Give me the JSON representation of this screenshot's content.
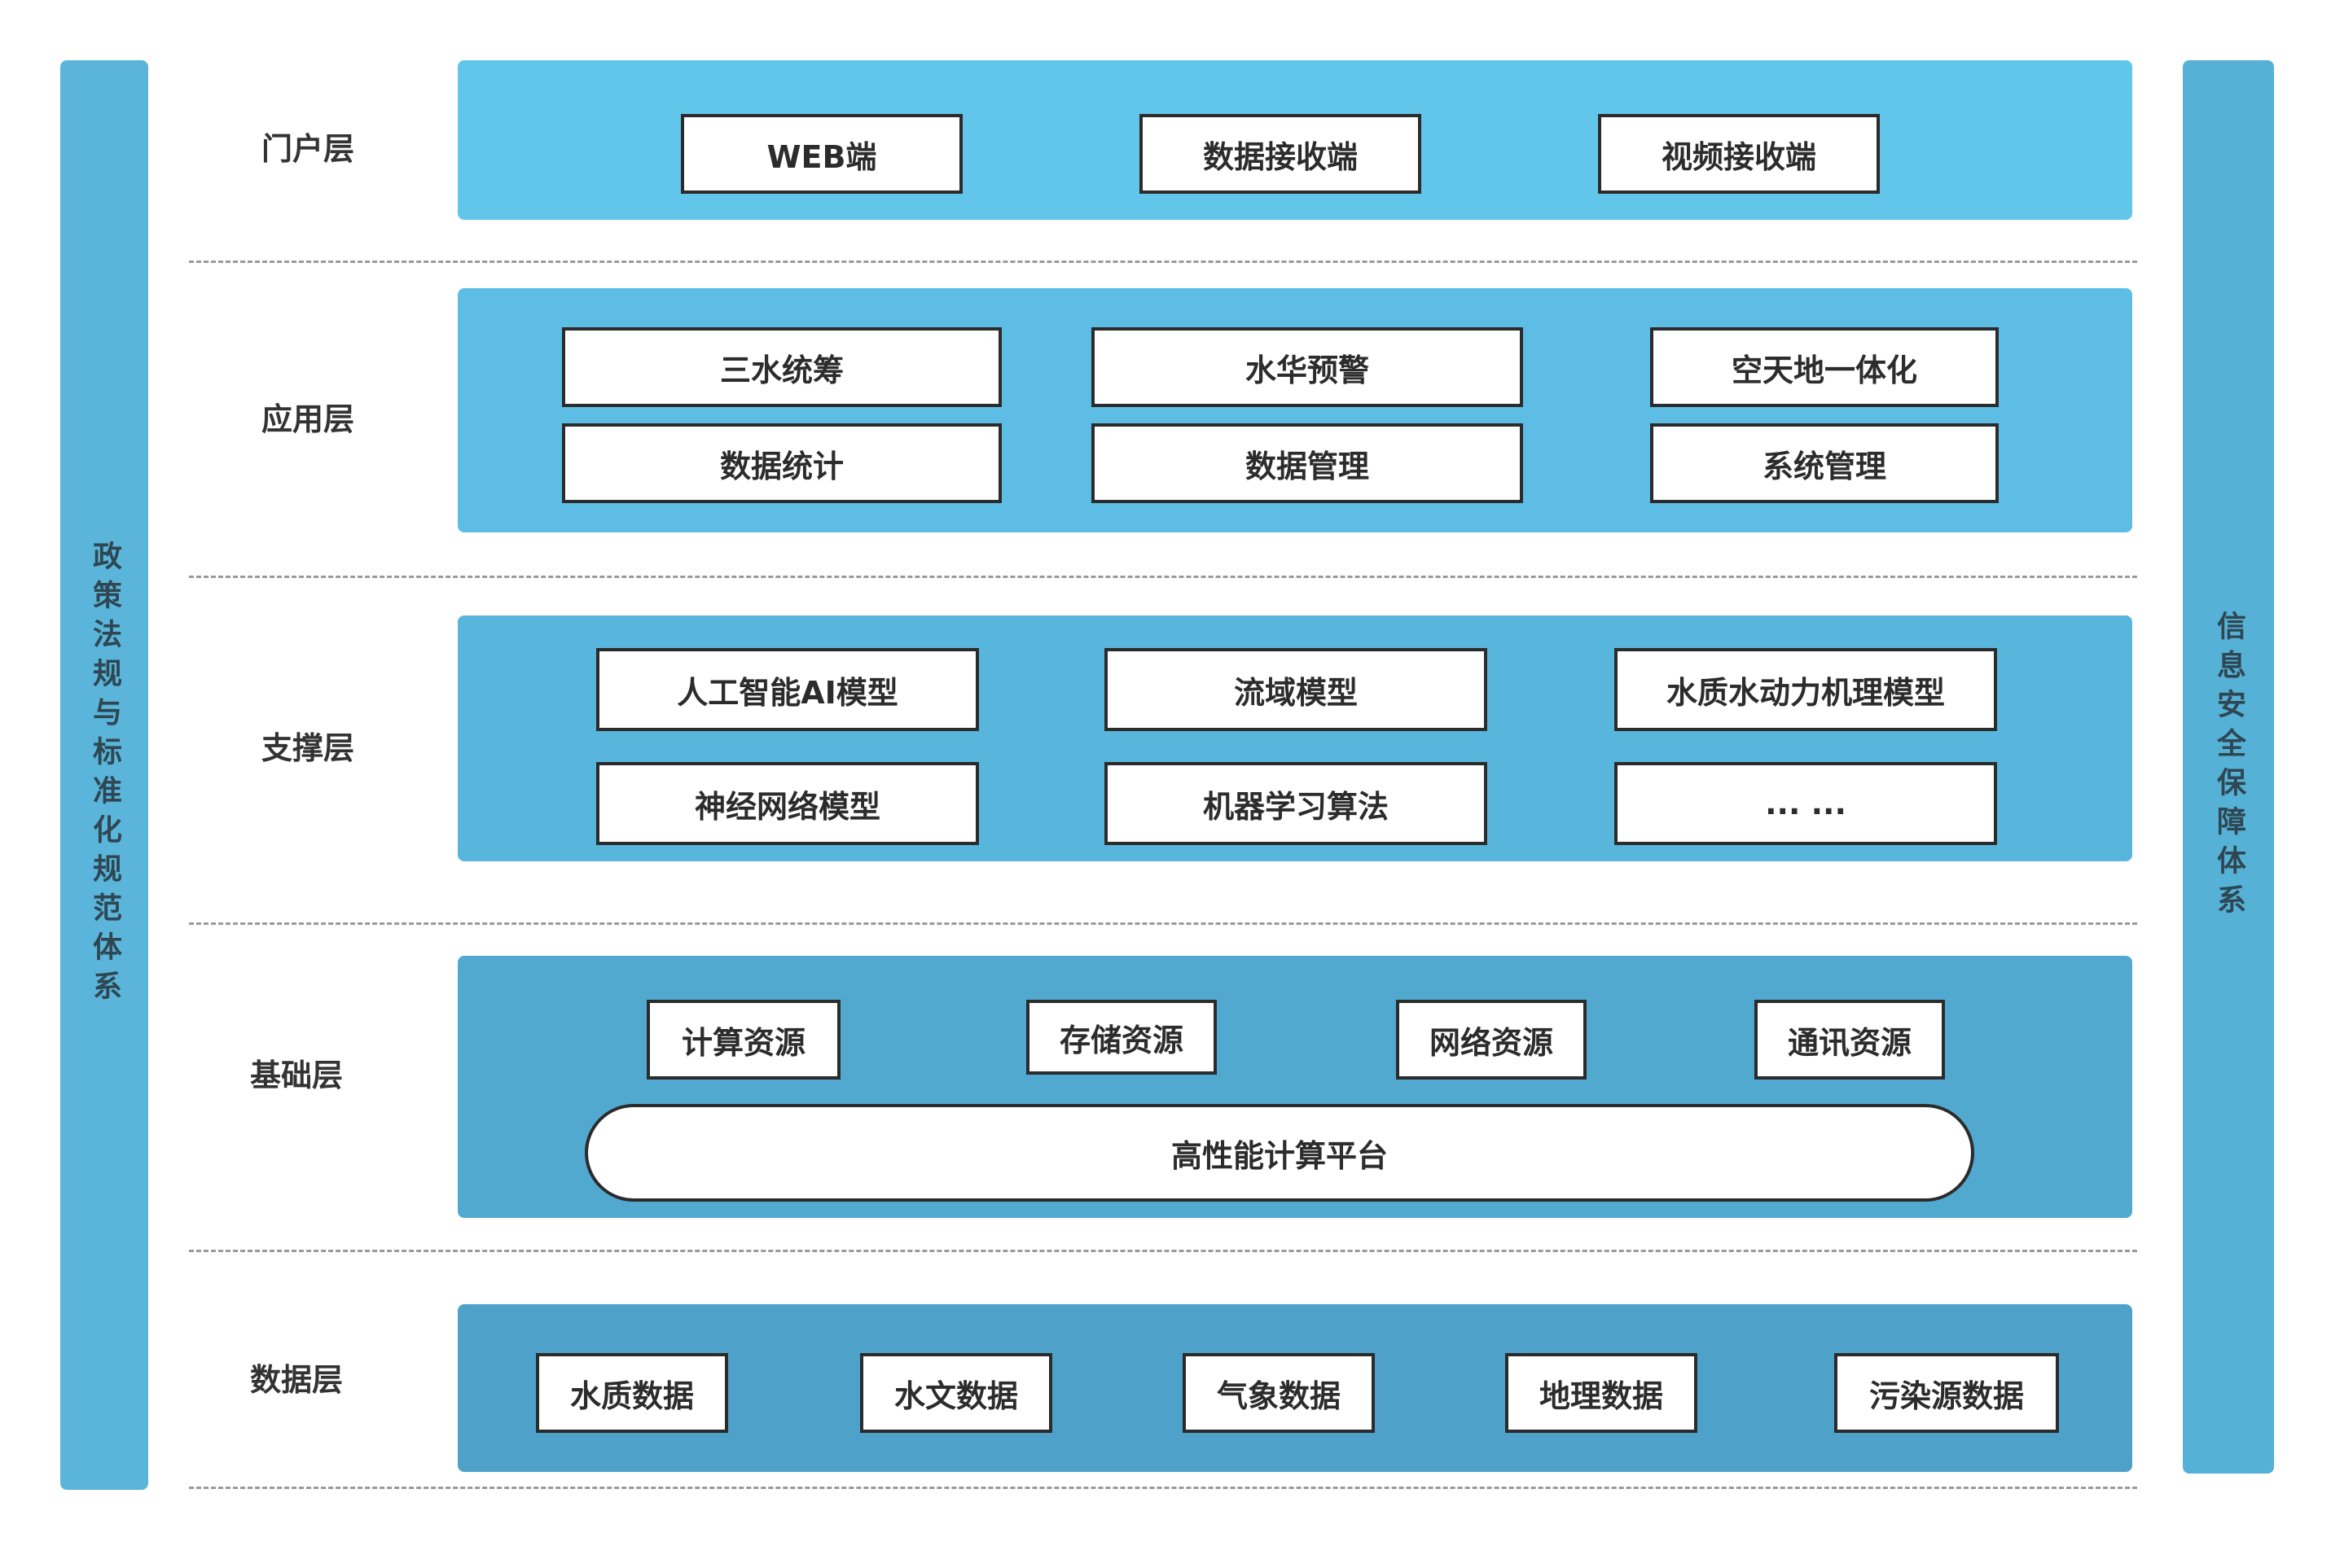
{
  "side_left": {
    "label": "政策法规与标准化规范体系"
  },
  "side_right": {
    "label": "信息安全保障体系"
  },
  "layers": {
    "portal": {
      "label": "门户层",
      "items": [
        "WEB端",
        "数据接收端",
        "视频接收端"
      ]
    },
    "application": {
      "label": "应用层",
      "items": [
        "三水统筹",
        "水华预警",
        "空天地一体化",
        "数据统计",
        "数据管理",
        "系统管理"
      ]
    },
    "support": {
      "label": "支撑层",
      "items": [
        "人工智能AI模型",
        "流域模型",
        "水质水动力机理模型",
        "神经网络模型",
        "机器学习算法",
        "... ..."
      ]
    },
    "foundation": {
      "label": "基础层",
      "items": [
        "计算资源",
        "存储资源",
        "网络资源",
        "通讯资源"
      ],
      "platform": "高性能计算平台"
    },
    "data": {
      "label": "数据层",
      "items": [
        "水质数据",
        "水文数据",
        "气象数据",
        "地理数据",
        "污染源数据"
      ]
    }
  },
  "colors": {
    "portal_band": "#62c5ea",
    "application_band": "#5ebde5",
    "support_band": "#58b6dd",
    "foundation_band": "#52a9d0",
    "data_band": "#4ea2c9",
    "side_bars": "#5bb5da"
  }
}
